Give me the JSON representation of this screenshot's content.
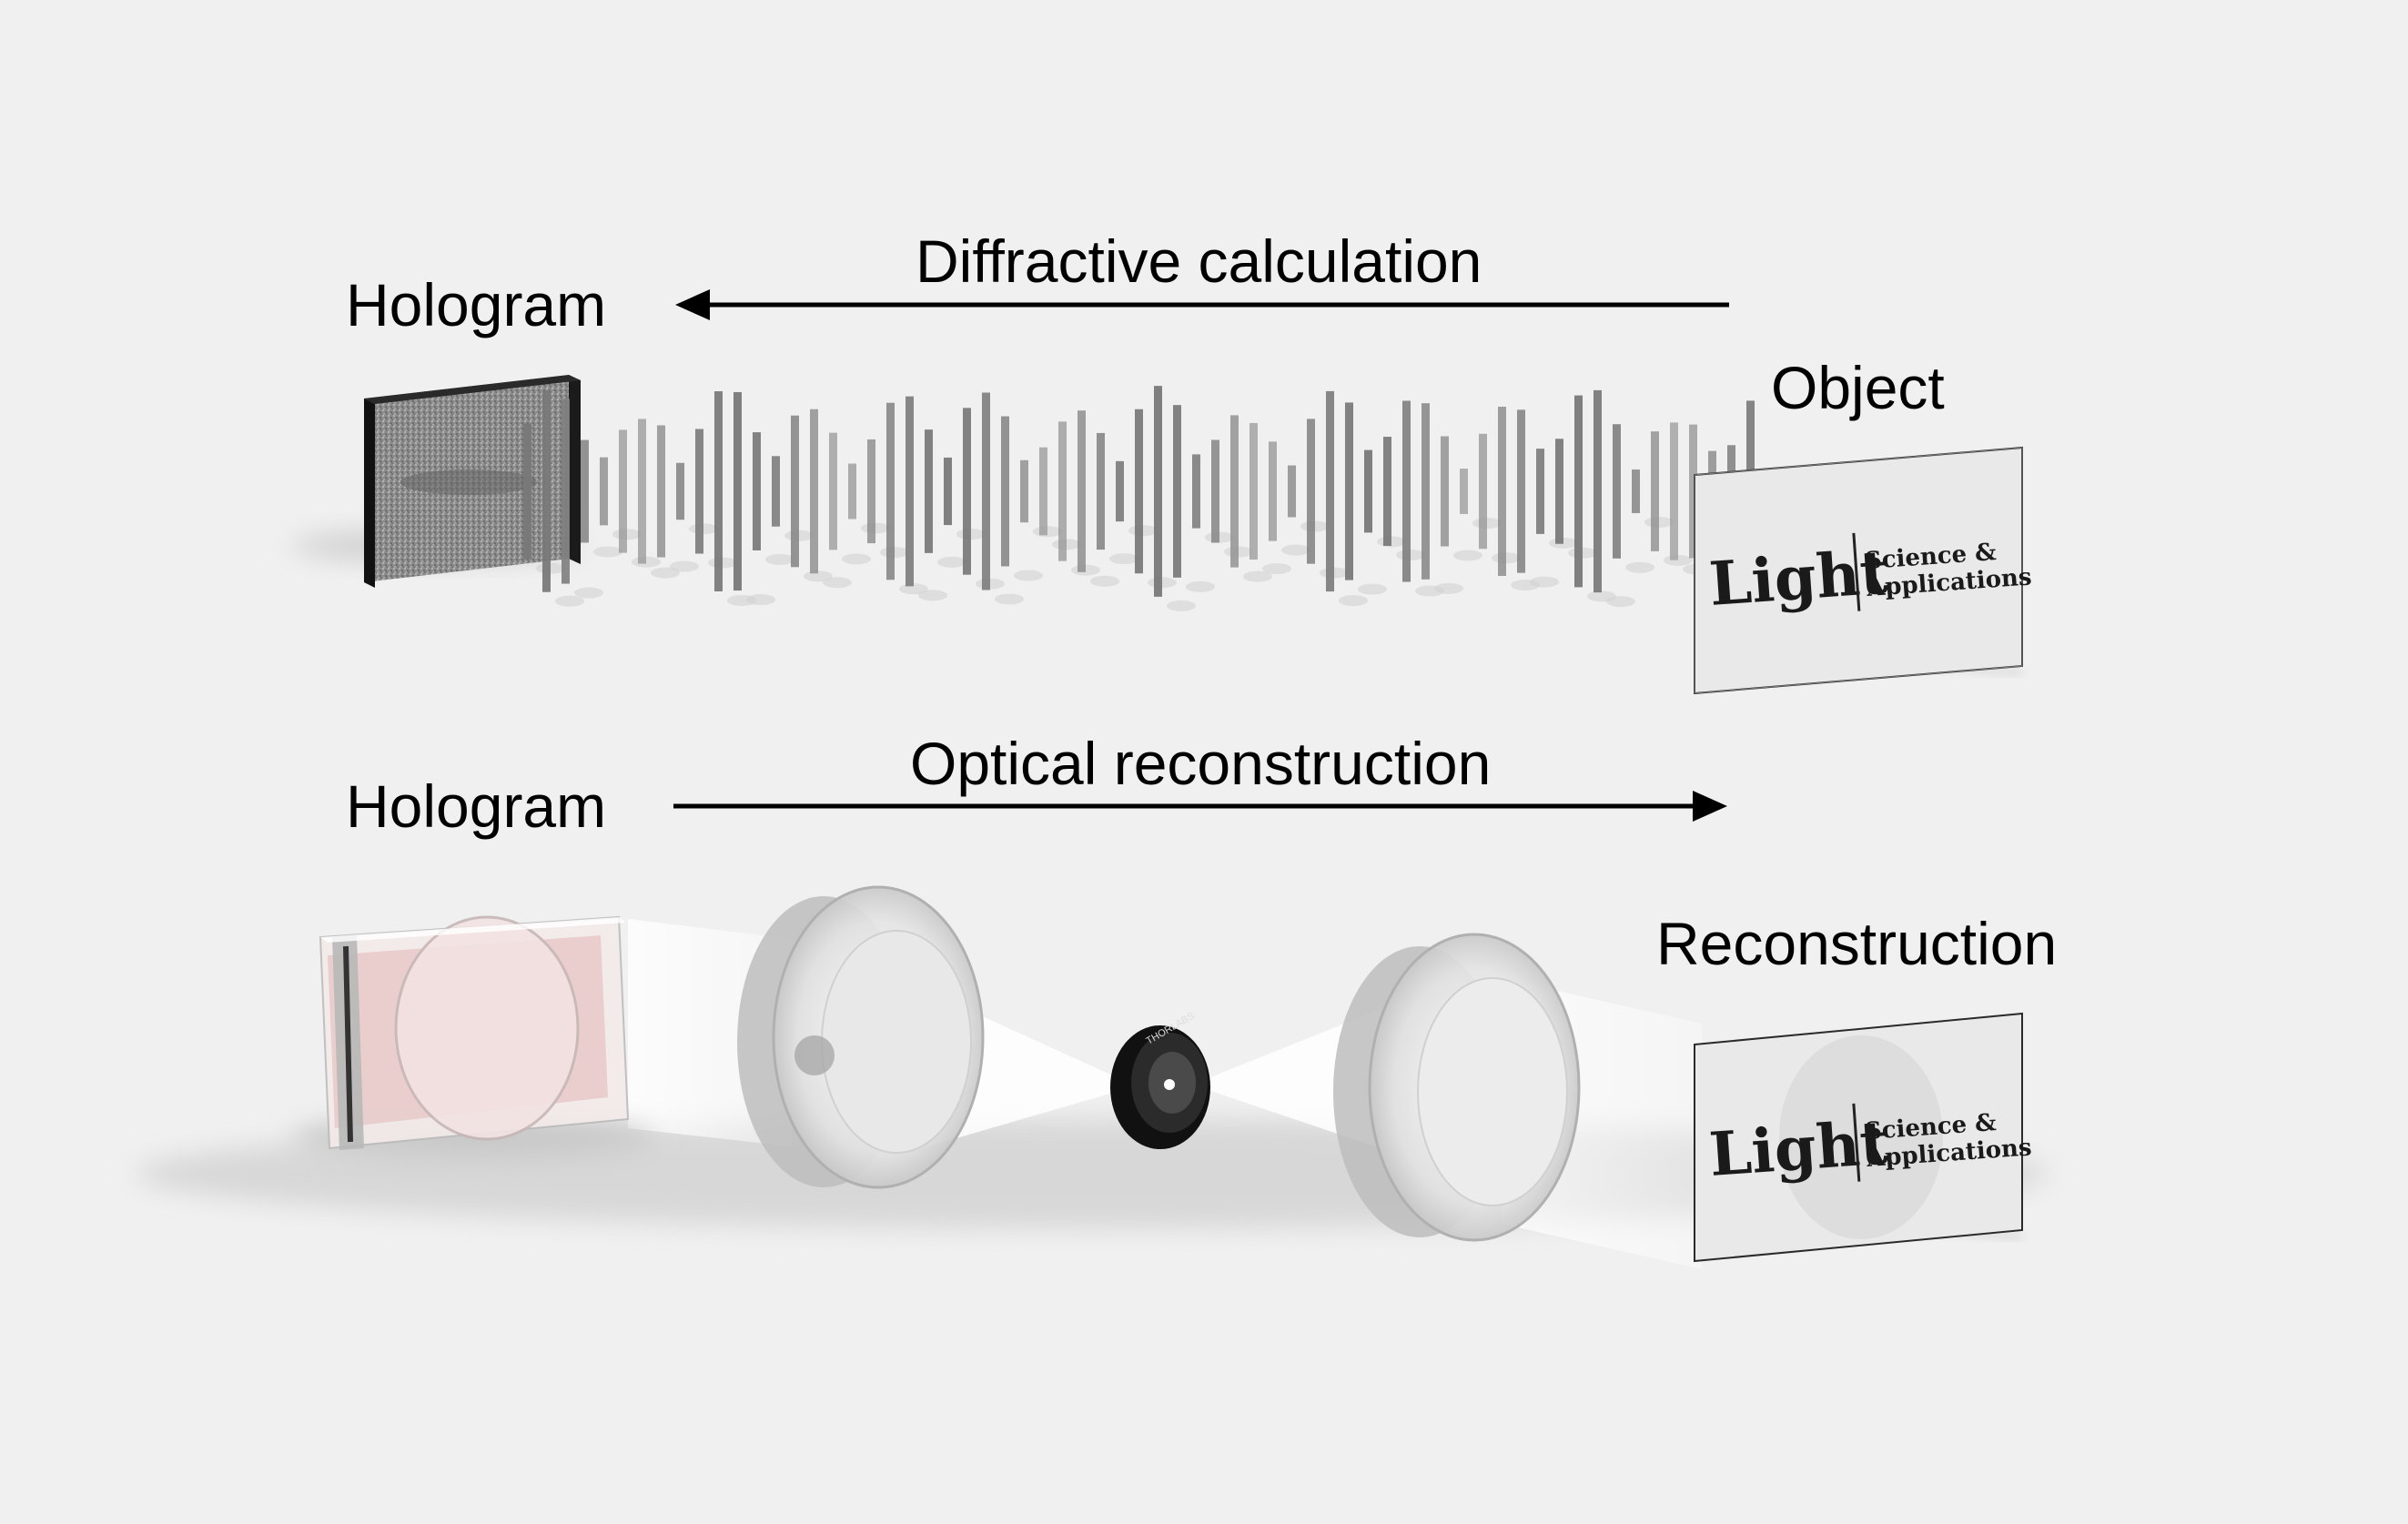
{
  "labels": {
    "hologram_top": "Hologram",
    "diffractive_calculation": "Diffractive calculation",
    "object": "Object",
    "hologram_bottom": "Hologram",
    "optical_reconstruction": "Optical reconstruction",
    "reconstruction": "Reconstruction"
  },
  "logo": {
    "word": "Light",
    "line1": "Science &",
    "line2": "Applications"
  },
  "lens_marking": "THORLABS",
  "colors": {
    "background": "#f0f0f0",
    "arrow": "#000000",
    "wave": "#8a8a8a"
  },
  "icons": {
    "top_arrow": "arrow-left",
    "bottom_arrow": "arrow-right"
  }
}
